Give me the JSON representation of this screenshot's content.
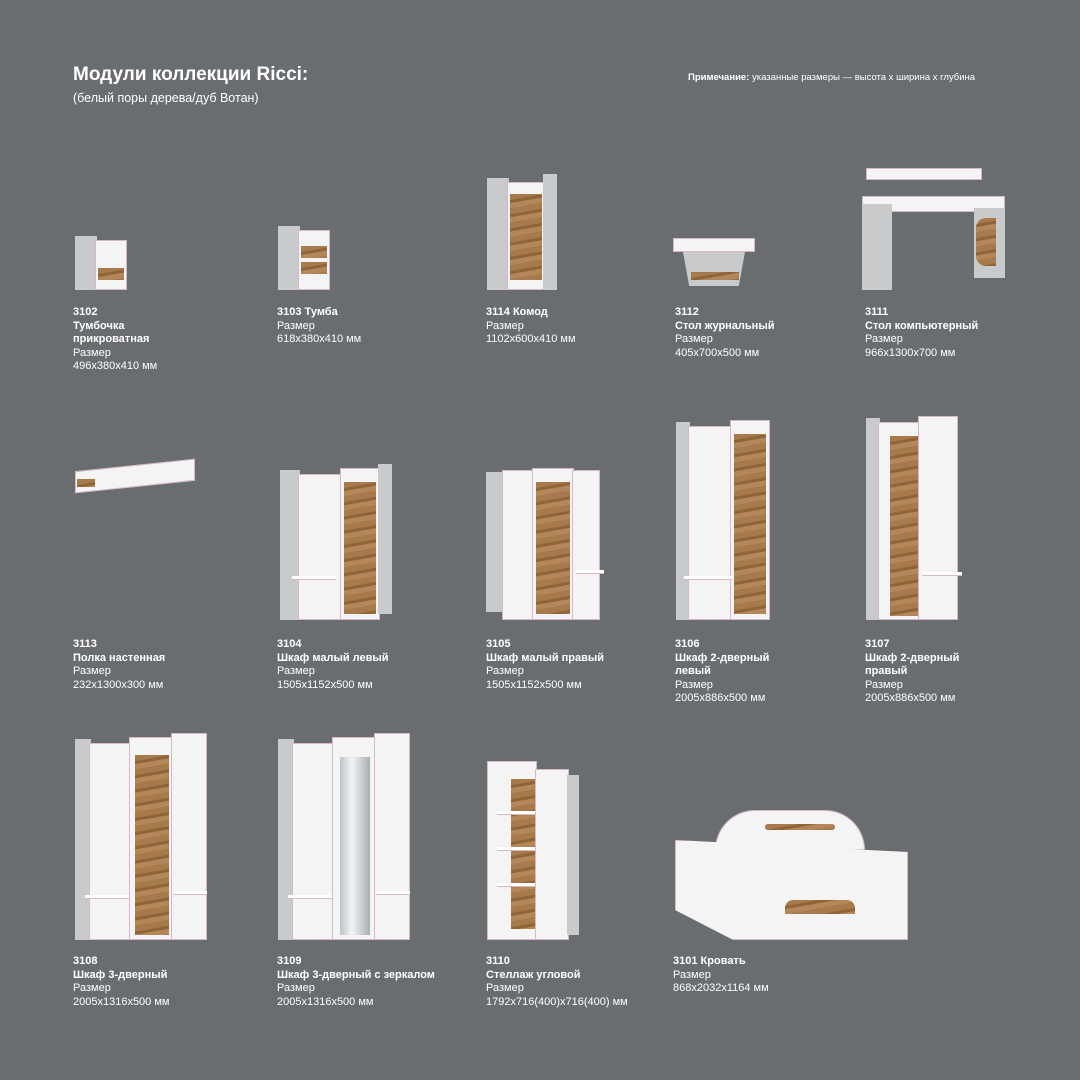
{
  "header": {
    "title": "Модули коллекции Ricci:",
    "subtitle": "(белый поры дерева/дуб Вотан)",
    "note_label": "Примечание:",
    "note_text": " указанные размеры — высота х ширина х глубина"
  },
  "items": [
    {
      "code": "3102",
      "name": "Тумбочка прикроватная",
      "size_label": "Размер",
      "size": "496x380x410 мм"
    },
    {
      "code": "3103",
      "name": "Тумба",
      "size_label": "Размер",
      "size": "618x380x410 мм"
    },
    {
      "code": "3114",
      "name": "Комод",
      "size_label": "Размер",
      "size": "1102x600x410 мм"
    },
    {
      "code": "3112",
      "name": "Стол журнальный",
      "size_label": "Размер",
      "size": "405x700x500 мм"
    },
    {
      "code": "3111",
      "name": "Стол компьютерный",
      "size_label": "Размер",
      "size": "966x1300x700 мм"
    },
    {
      "code": "3113",
      "name": "Полка настенная",
      "size_label": "Размер",
      "size": "232x1300x300 мм"
    },
    {
      "code": "3104",
      "name": "Шкаф малый левый",
      "size_label": "Размер",
      "size": "1505x1152x500 мм"
    },
    {
      "code": "3105",
      "name": "Шкаф малый правый",
      "size_label": "Размер",
      "size": "1505x1152x500 мм"
    },
    {
      "code": "3106",
      "name": "Шкаф 2-дверный левый",
      "size_label": "Размер",
      "size": "2005x886x500 мм"
    },
    {
      "code": "3107",
      "name": "Шкаф 2-дверный правый",
      "size_label": "Размер",
      "size": "2005x886x500 мм"
    },
    {
      "code": "3108",
      "name": "Шкаф 3-дверный",
      "size_label": "Размер",
      "size": "2005x1316x500 мм"
    },
    {
      "code": "3109",
      "name": "Шкаф 3-дверный с зеркалом",
      "size_label": "Размер",
      "size": "2005x1316x500 мм"
    },
    {
      "code": "3110",
      "name": "Стеллаж угловой",
      "size_label": "Размер",
      "size": "1792x716(400)x716(400) мм"
    },
    {
      "code": "3101",
      "name": "Кровать",
      "size_label": "Размер",
      "size": "868x2032x1164 мм"
    }
  ]
}
